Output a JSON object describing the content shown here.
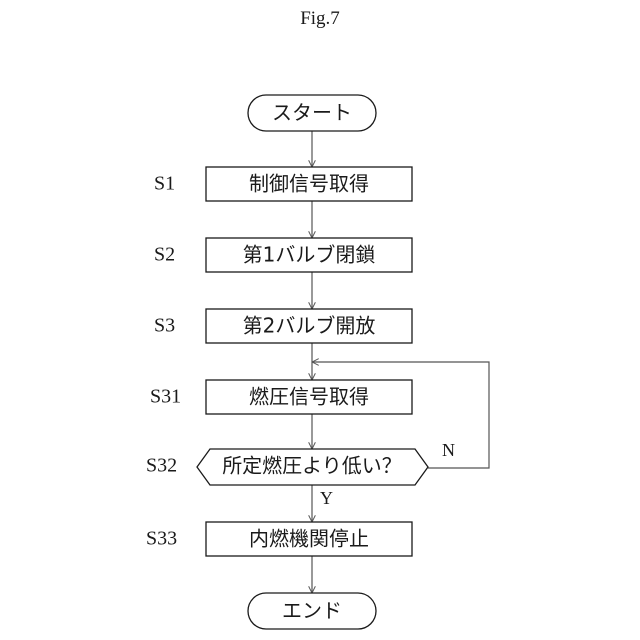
{
  "figure": {
    "title": "Fig.7"
  },
  "flowchart": {
    "start": {
      "text": "スタート"
    },
    "steps": [
      {
        "id": "S1",
        "text": "制御信号取得"
      },
      {
        "id": "S2",
        "text": "第1バルブ閉鎖"
      },
      {
        "id": "S3",
        "text": "第2バルブ開放"
      },
      {
        "id": "S31",
        "text": "燃圧信号取得"
      }
    ],
    "decision": {
      "id": "S32",
      "text": "所定燃圧より低い？",
      "yes_label": "Y",
      "no_label": "N"
    },
    "final_step": {
      "id": "S33",
      "text": "内燃機関停止"
    },
    "end": {
      "text": "エンド"
    }
  }
}
